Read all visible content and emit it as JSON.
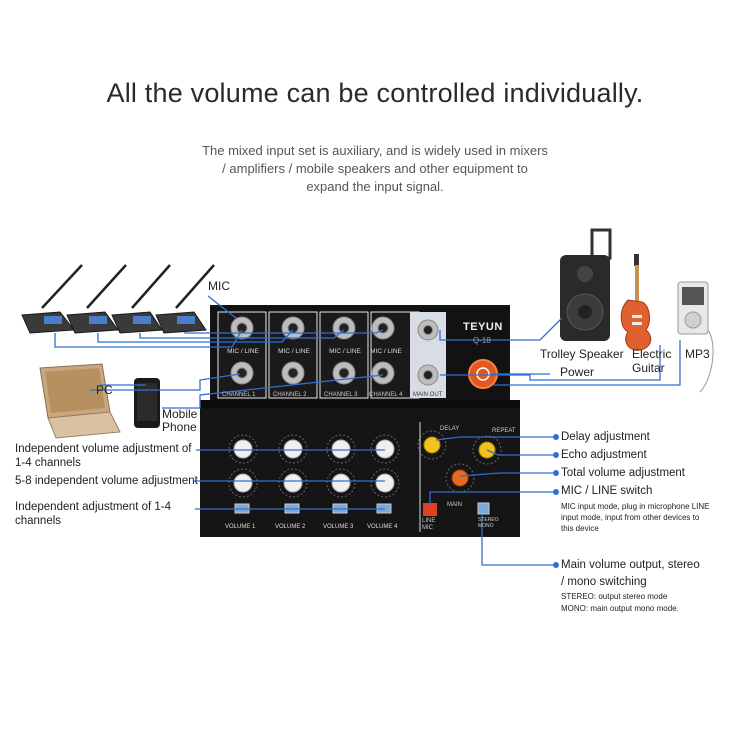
{
  "heading": {
    "title": "All the volume can be controlled individually.",
    "subtitle": "The mixed input set is auxiliary, and  is widely used in mixers / amplifiers / mobile speakers and other equipment to expand the input signal."
  },
  "devices": {
    "mic": "MIC",
    "pc": "PC",
    "mobile_phone": "Mobile Phone",
    "trolley_speaker": "Trolley Speaker",
    "electric_guitar": "Electric Guitar",
    "mp3": "MP3",
    "power": "Power"
  },
  "mixer": {
    "brand": "TEYUN",
    "model": "Q-18",
    "channel_labels": [
      "CHANNEL 1",
      "CHANNEL 2",
      "CHANNEL 3",
      "CHANNEL 4"
    ],
    "jack_label": "MIC / LINE",
    "main_out": "MAIN OUT",
    "delay": "DELAY",
    "repeat": "REPEAT",
    "main": "MAIN",
    "line_mic": "LINE MIC",
    "stereo_mono": "STEREO MONO",
    "volume_labels": [
      "VOLUME 1",
      "VOLUME 2",
      "VOLUME 3",
      "VOLUME 4"
    ]
  },
  "callouts": {
    "left": [
      "Independent volume adjustment of 1-4 channels",
      "5-8 independent volume adjustment",
      "Independent adjustment of 1-4 channels"
    ],
    "right": {
      "delay": "Delay adjustment",
      "echo": "Echo adjustment",
      "total_volume": "Total volume adjustment",
      "mic_line": "MIC / LINE switch",
      "mic_line_desc": "MIC input mode, plug in microphone LINE input mode, input from other devices to this device",
      "main_output": "Main volume output, stereo / mono switching",
      "stereo_desc": "STEREO: output stereo mode",
      "mono_desc": "MONO: main output mono mode."
    }
  },
  "colors": {
    "line": "#2f6fd0",
    "knob": "#f0c020",
    "power": "#e05a20",
    "panel": "#111111"
  }
}
